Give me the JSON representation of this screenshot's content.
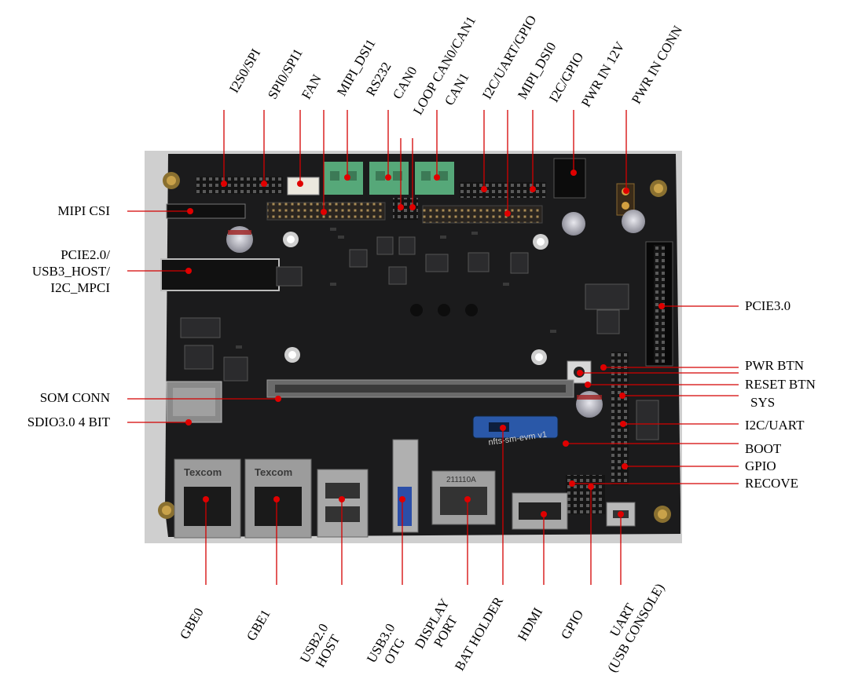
{
  "colors": {
    "leader": "#d40000",
    "dot": "#e00000",
    "pcb": "#1b1b1c",
    "label": "#000000"
  },
  "labels": {
    "top": [
      "I2S0/SPI",
      "SPI0/SPI1",
      "FAN",
      "MIPI_DSI1",
      "RS232",
      "CAN0",
      "LOOP CAN0/CAN1",
      "CAN1",
      "I2C/UART/GPIO",
      "MIPI_DSI0",
      "I2C/GPIO",
      "PWR IN 12V",
      "PWR IN CONN"
    ],
    "left": {
      "mipi_csi": "MIPI CSI",
      "pcie2": [
        "PCIE2.0/",
        "USB3_HOST/",
        "I2C_MPCI"
      ],
      "som_conn": "SOM CONN",
      "sdio": "SDIO3.0 4 BIT"
    },
    "right": [
      "PCIE3.0",
      "PWR BTN",
      "RESET BTN",
      "SYS",
      "I2C/UART",
      "BOOT",
      "GPIO",
      "RECOVE"
    ],
    "bottom": {
      "gbe0": [
        "GBE0"
      ],
      "gbe1": [
        "GBE1"
      ],
      "usb2": [
        "USB2.0",
        "HOST"
      ],
      "usb3": [
        "USB3.0",
        "OTG"
      ],
      "dp": [
        "DISPLAY",
        "PORT"
      ],
      "bat": [
        "BAT HOLDER"
      ],
      "hdmi": [
        "HDMI"
      ],
      "gpio": [
        "GPIO"
      ],
      "uart": [
        "UART",
        "(USB CONSOLE)"
      ]
    }
  },
  "board_markings": {
    "gbe0_brand": "Texcom",
    "gbe1_brand": "Texcom",
    "dp_part": "211110A",
    "silk": "nfts-sm-evm v1"
  }
}
